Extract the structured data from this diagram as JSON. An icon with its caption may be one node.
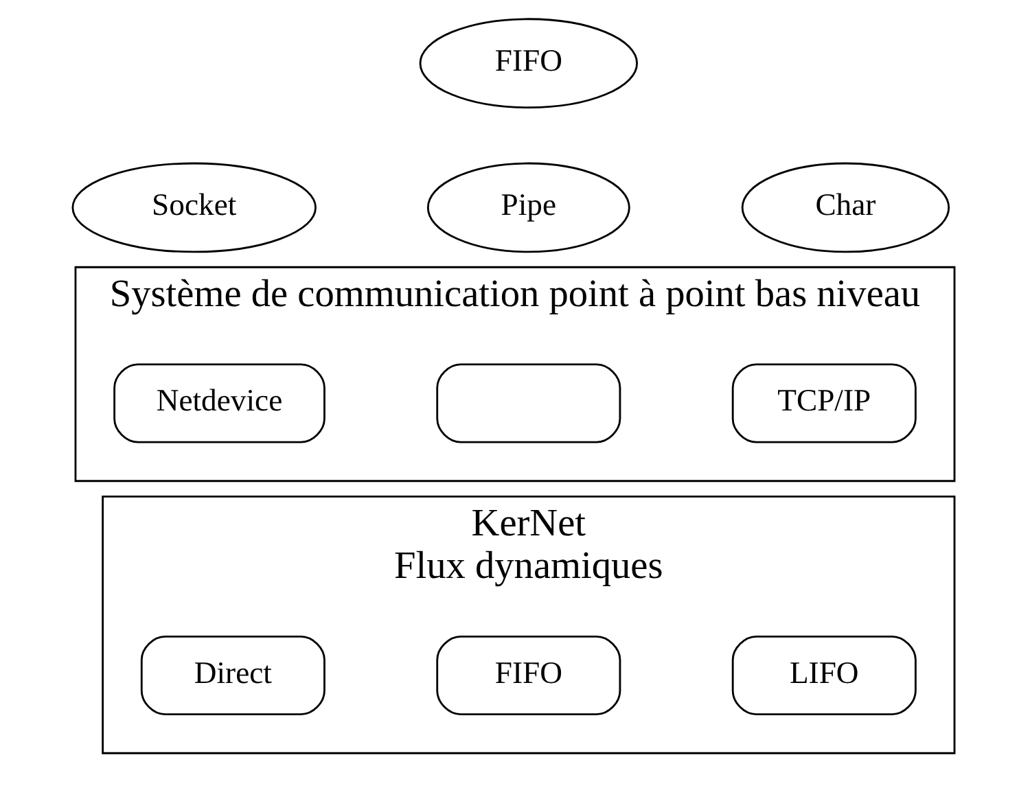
{
  "diagram": {
    "nodes": [
      {
        "text": [
          "FIFO"
        ]
      },
      {
        "text": [
          "Socket"
        ]
      },
      {
        "text": [
          "Pipe"
        ]
      },
      {
        "text": [
          "Char"
        ]
      },
      {
        "text": [
          "KerNet",
          "Flux dynamiques"
        ]
      },
      {
        "text": [
          "Direct"
        ],
        "in": 4
      },
      {
        "text": [
          "FIFO"
        ],
        "in": 4
      },
      {
        "text": [
          "LIFO"
        ],
        "in": 4
      },
      {
        "text": [
          "Système de communication point à point bas niveau"
        ]
      },
      {
        "text": [
          "Netdevice"
        ],
        "in": 8
      },
      {
        "text": [],
        "shape": "box",
        "in": 8
      },
      {
        "text": [
          "TCP/IP"
        ],
        "in": 8
      }
    ],
    "edges": []
  }
}
